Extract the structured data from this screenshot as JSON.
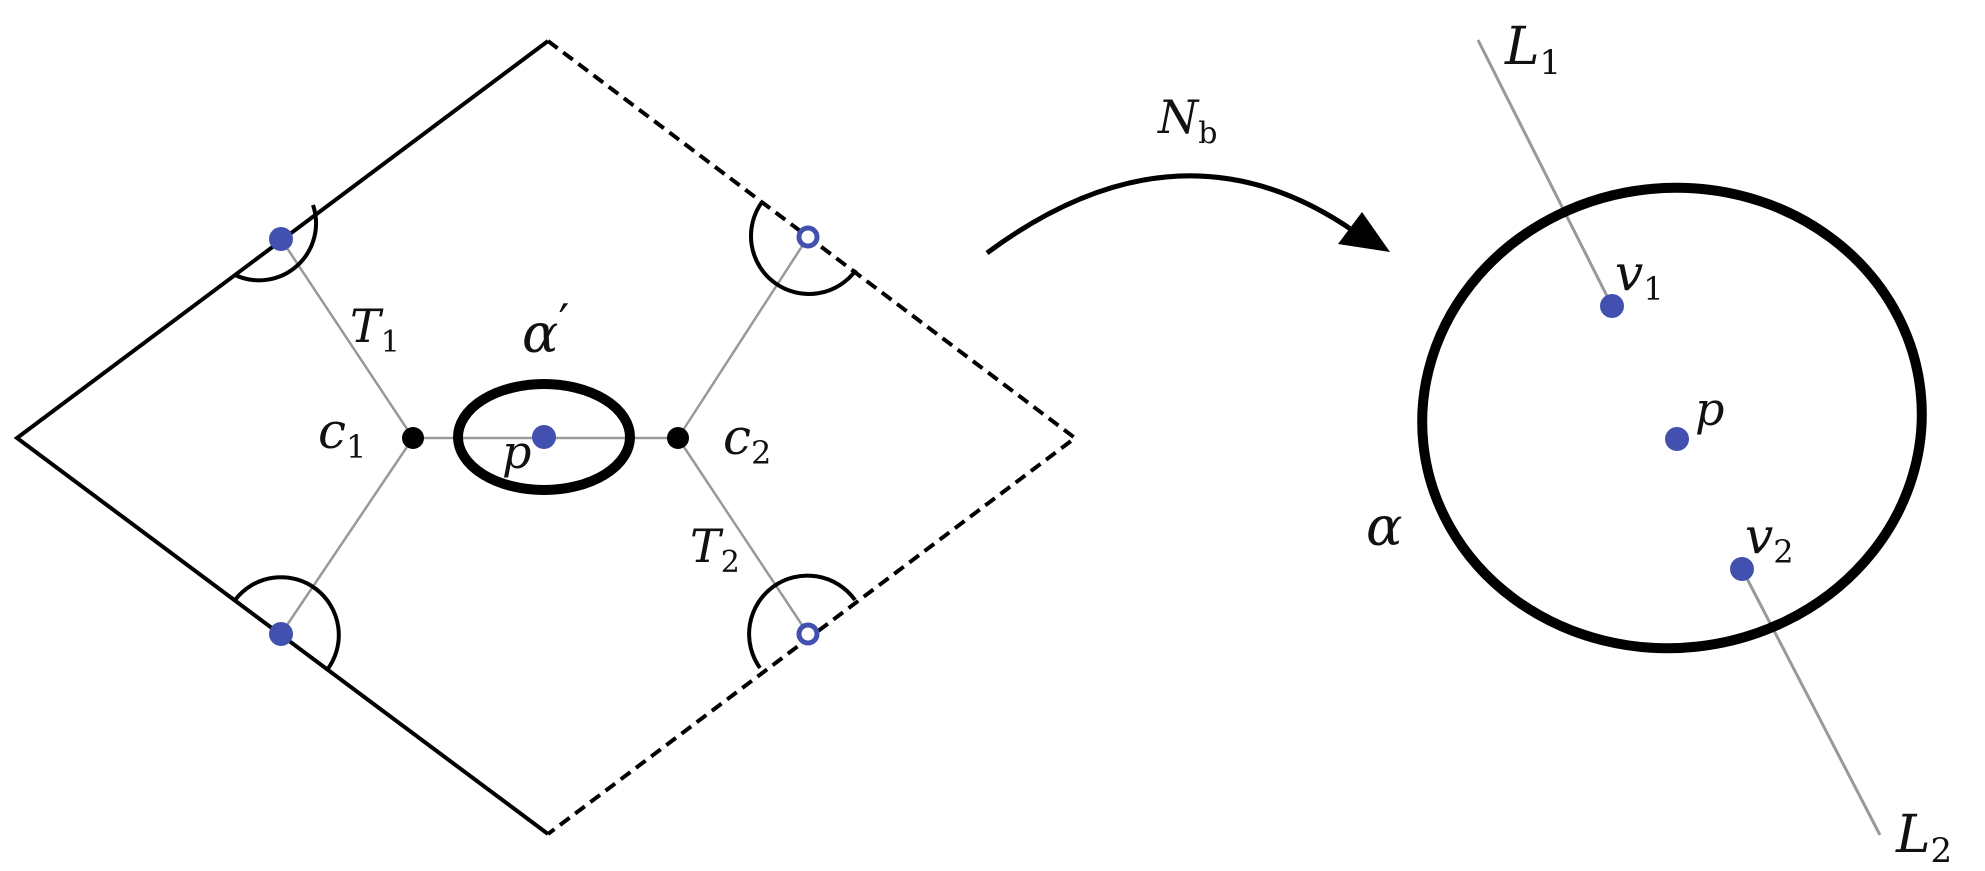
{
  "colors": {
    "ink": "#000000",
    "thin_line": "#999999",
    "vertex_blue": "#4250b0",
    "background": "#ffffff"
  },
  "labels": {
    "T1": {
      "base": "T",
      "sub": "1"
    },
    "T2": {
      "base": "T",
      "sub": "2"
    },
    "c1": {
      "base": "c",
      "sub": "1"
    },
    "c2": {
      "base": "c",
      "sub": "2"
    },
    "alpha_prime": {
      "base": "α",
      "prime": "′"
    },
    "p_left": "p",
    "map": {
      "base": "N",
      "sub": "b"
    },
    "L1": {
      "base": "L",
      "sub": "1"
    },
    "L2": {
      "base": "L",
      "sub": "2"
    },
    "v1": {
      "base": "v",
      "sub": "1"
    },
    "v2": {
      "base": "v",
      "sub": "2"
    },
    "p_right": "p",
    "alpha": "α"
  }
}
